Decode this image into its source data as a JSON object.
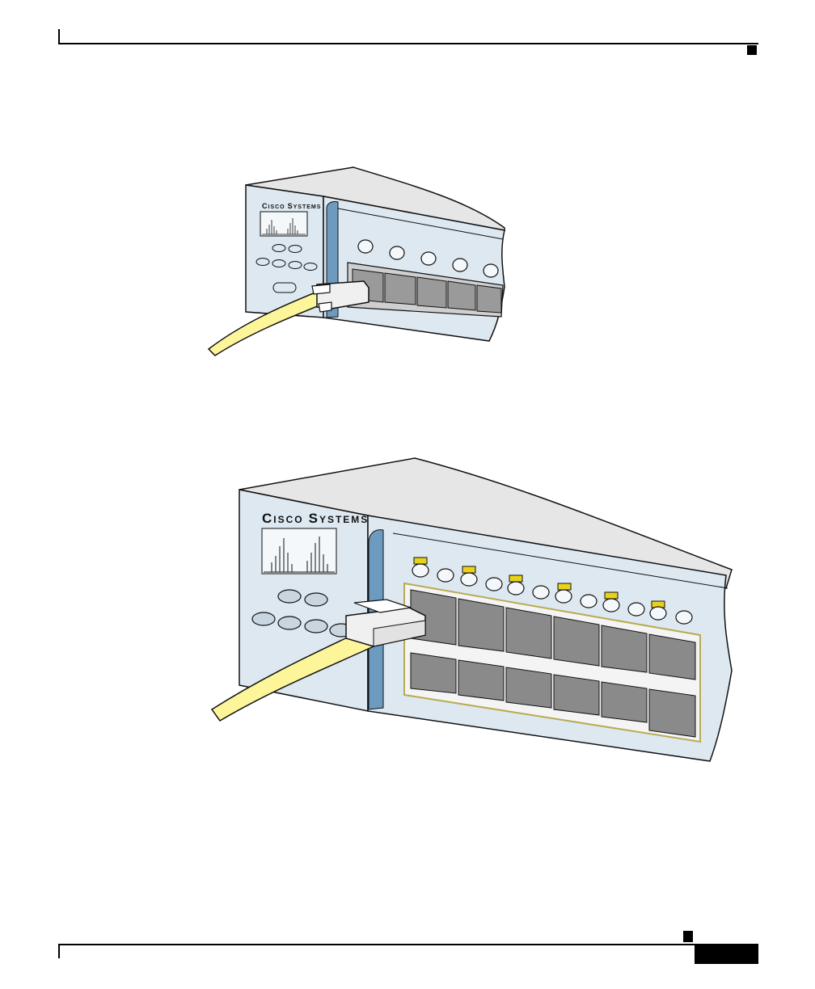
{
  "page": {
    "header_rule_color": "#000000",
    "footer_rule_color": "#000000"
  },
  "figures": [
    {
      "name": "switch-small",
      "brand_first": "C",
      "brand_rest_1": "ISCO",
      "brand_second": "S",
      "brand_rest_2": "YSTEMS",
      "port_count": 5,
      "cable_color": "#fdf59a"
    },
    {
      "name": "switch-large",
      "brand_first": "C",
      "brand_rest_1": "ISCO",
      "brand_second": "S",
      "brand_rest_2": "YSTEMS",
      "port_rows": 2,
      "port_columns": 6,
      "led_color": "#e8d21a",
      "cable_color": "#fdf59a"
    }
  ],
  "colors": {
    "faceplate": "#dde8f0",
    "top_panel": "#e6e6e6",
    "blue_band": "#6d9bc0",
    "port_dark": "#8a8a8a",
    "cable": "#fdf59a"
  }
}
